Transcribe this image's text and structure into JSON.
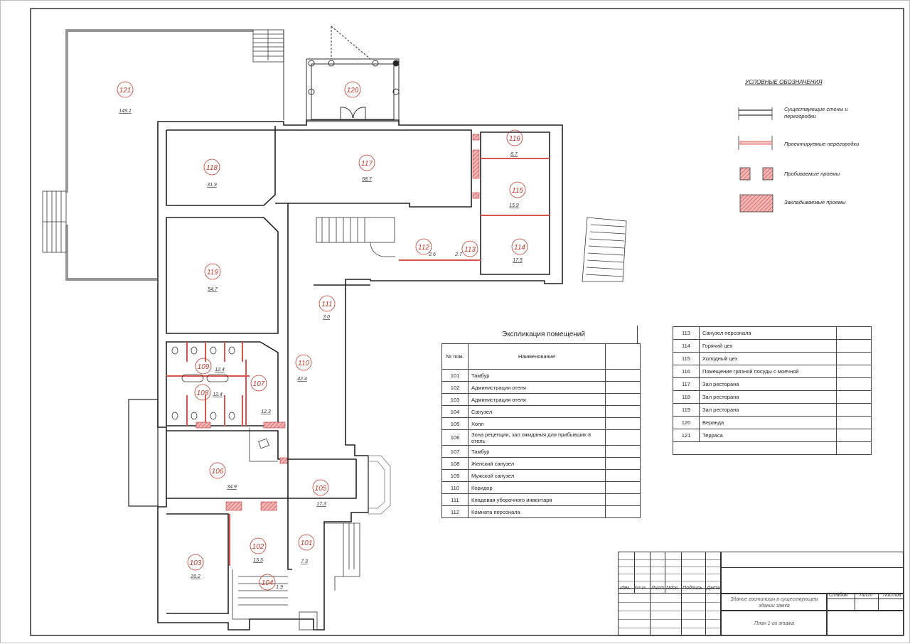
{
  "legend": {
    "title": "УСЛОВНЫЕ ОБОЗНАЧЕНИЯ",
    "items": [
      {
        "label": "Существующие стены и перегородки",
        "symbol": "existing-wall"
      },
      {
        "label": "Проектируемые перегородки",
        "symbol": "designed-partition"
      },
      {
        "label": "Пробиваемые проемы",
        "symbol": "opening-to-cut"
      },
      {
        "label": "Закладываемые проемы",
        "symbol": "opening-to-fill"
      }
    ]
  },
  "colors": {
    "wall": "#222222",
    "new_partition": "#d9534f",
    "hatch": "#e06666",
    "room_label": "#c0392b"
  },
  "rooms": [
    {
      "num": "101",
      "area": "7.3"
    },
    {
      "num": "102",
      "area": "13.3"
    },
    {
      "num": "103",
      "area": "26.2"
    },
    {
      "num": "104",
      "area": "1.9"
    },
    {
      "num": "105",
      "area": "17.3"
    },
    {
      "num": "106",
      "area": "34.9"
    },
    {
      "num": "107",
      "area": "12.3"
    },
    {
      "num": "108",
      "area": "12.4"
    },
    {
      "num": "109",
      "area": "12.4"
    },
    {
      "num": "110",
      "area": "42.4"
    },
    {
      "num": "111",
      "area": "3.0"
    },
    {
      "num": "112",
      "area": "2.6"
    },
    {
      "num": "113",
      "area": "2.7"
    },
    {
      "num": "114",
      "area": "17.5"
    },
    {
      "num": "115",
      "area": "15.9"
    },
    {
      "num": "116",
      "area": "8.7"
    },
    {
      "num": "117",
      "area": "68.7"
    },
    {
      "num": "118",
      "area": "31.9"
    },
    {
      "num": "119",
      "area": "54.7"
    },
    {
      "num": "120",
      "area": ""
    },
    {
      "num": "121",
      "area": "149.1"
    }
  ],
  "explication": {
    "title": "Экспликация помещений",
    "headers": {
      "num": "№ пом.",
      "name": "Наименование"
    },
    "rows_left": [
      {
        "num": "101",
        "name": "Тамбур"
      },
      {
        "num": "102",
        "name": "Администрация отеля"
      },
      {
        "num": "103",
        "name": "Администрация отеля"
      },
      {
        "num": "104",
        "name": "Санузел"
      },
      {
        "num": "105",
        "name": "Холл"
      },
      {
        "num": "106",
        "name": "Зона рецепции, зал ожидания для прибывших в отель"
      },
      {
        "num": "107",
        "name": "Тамбур"
      },
      {
        "num": "108",
        "name": "Женский санузел"
      },
      {
        "num": "109",
        "name": "Мужской санузел"
      },
      {
        "num": "110",
        "name": "Коридор"
      },
      {
        "num": "111",
        "name": "Кладовая уборочного инвентаря"
      },
      {
        "num": "112",
        "name": "Комната персонала"
      }
    ],
    "rows_right": [
      {
        "num": "113",
        "name": "Санузел персонала"
      },
      {
        "num": "114",
        "name": "Горячий цех"
      },
      {
        "num": "115",
        "name": "Холодный цех"
      },
      {
        "num": "116",
        "name": "Помещение грязной посуды с моечной"
      },
      {
        "num": "117",
        "name": "Зал ресторана"
      },
      {
        "num": "118",
        "name": "Зал ресторана"
      },
      {
        "num": "119",
        "name": "Зал ресторана"
      },
      {
        "num": "120",
        "name": "Веранда"
      },
      {
        "num": "121",
        "name": "Терраса"
      }
    ]
  },
  "title_block": {
    "cols": [
      "Изм.",
      "Кол.уч",
      "Лист",
      "Ndок.",
      "Подпись",
      "Дата"
    ],
    "project": "Здание гостиницы в существующем здании замка",
    "sheet_title": "План 1-го этажа",
    "stage_label": "Стадия",
    "sheet_label": "Лист",
    "sheets_label": "Листов"
  }
}
